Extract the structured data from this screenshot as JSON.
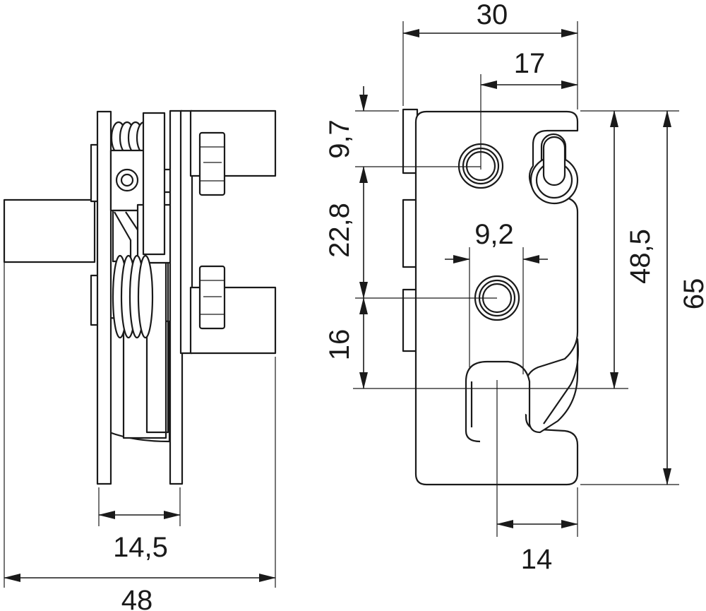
{
  "dimensions": {
    "side_plate_gap": "14,5",
    "side_overall_width": "48",
    "front_width": "30",
    "hole_offset": "17",
    "top_hole_distance": "9,7",
    "hole_spacing": "22,8",
    "center_hole_width": "9,2",
    "lower_offset": "16",
    "latch_height": "48,5",
    "overall_height": "65",
    "slot_offset": "14"
  },
  "colors": {
    "line": "#1a1a1a",
    "background": "#ffffff"
  }
}
